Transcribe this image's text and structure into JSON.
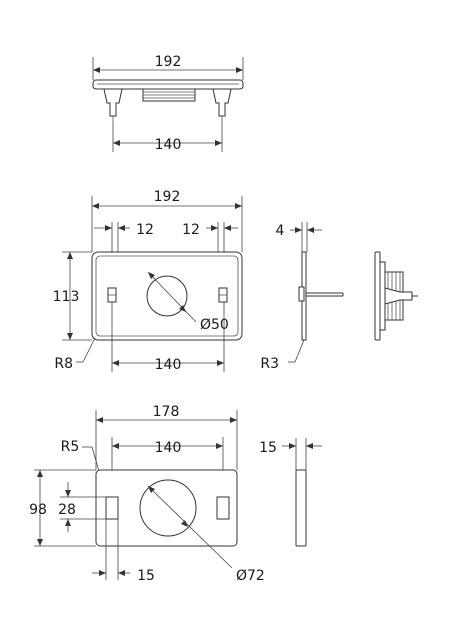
{
  "top_view": {
    "overall_width": "192",
    "pin_spacing": "140"
  },
  "front_view": {
    "overall_width": "192",
    "slot_left": "12",
    "slot_right": "12",
    "height": "113",
    "hole_diameter": "Ø50",
    "corner_radius": "R8",
    "slot_spacing": "140"
  },
  "side_view": {
    "thickness": "4",
    "edge_radius": "R3"
  },
  "gasket_view": {
    "overall_width": "178",
    "corner_radius": "R5",
    "slot_spacing": "140",
    "height": "98",
    "slot_height": "28",
    "slot_width": "15",
    "hole_diameter": "Ø72"
  },
  "gasket_side": {
    "thickness": "15"
  }
}
